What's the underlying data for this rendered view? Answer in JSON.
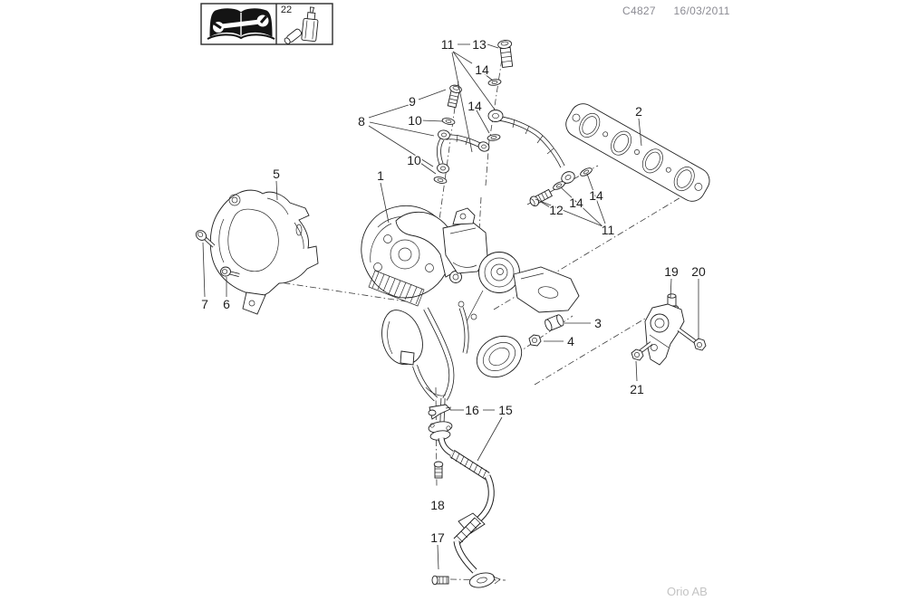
{
  "header": {
    "doc_code": "C4827",
    "doc_date": "16/03/2011"
  },
  "footer": {
    "company": "Orio AB"
  },
  "legend": {
    "manual_icon": "open-book-with-wrench-icon",
    "sealant_item_number": "22",
    "sealant_icon": "sealant-bottle-icon"
  },
  "colors": {
    "ink": "#1f1f1f",
    "header_text": "#8b8b93",
    "footer_text": "#c3c3c3",
    "background": "#ffffff"
  },
  "part_labels": [
    {
      "ref": "11"
    },
    {
      "ref": "13"
    },
    {
      "ref": "14"
    },
    {
      "ref": "9"
    },
    {
      "ref": "14"
    },
    {
      "ref": "10"
    },
    {
      "ref": "8"
    },
    {
      "ref": "10"
    },
    {
      "ref": "1"
    },
    {
      "ref": "5"
    },
    {
      "ref": "2"
    },
    {
      "ref": "12"
    },
    {
      "ref": "14"
    },
    {
      "ref": "14"
    },
    {
      "ref": "11"
    },
    {
      "ref": "7"
    },
    {
      "ref": "6"
    },
    {
      "ref": "3"
    },
    {
      "ref": "4"
    },
    {
      "ref": "19"
    },
    {
      "ref": "20"
    },
    {
      "ref": "21"
    },
    {
      "ref": "16"
    },
    {
      "ref": "15"
    },
    {
      "ref": "18"
    },
    {
      "ref": "17"
    }
  ]
}
